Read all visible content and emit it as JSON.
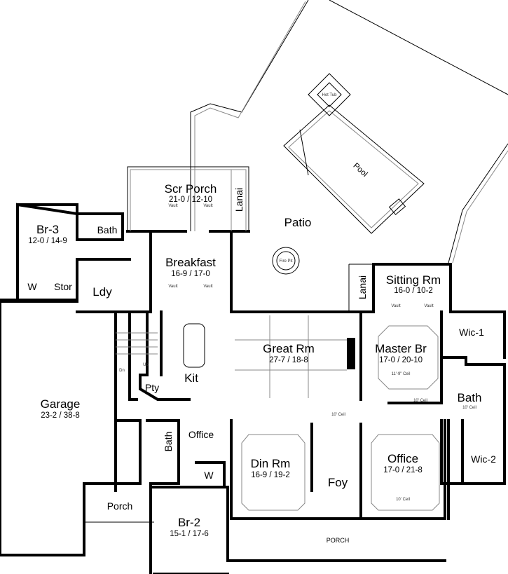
{
  "plan": {
    "rooms": {
      "br3": {
        "name": "Br-3",
        "dims": "12-0 / 14-9"
      },
      "bath_br3": {
        "name": "Bath"
      },
      "w_br3": {
        "name": "W"
      },
      "stor": {
        "name": "Stor"
      },
      "lady": {
        "name": "Ldy"
      },
      "scr_porch": {
        "name": "Scr Porch",
        "dims": "21-0 / 12-10"
      },
      "lanai_left": {
        "name": "Lanai"
      },
      "breakfast": {
        "name": "Breakfast",
        "dims": "16-9 / 17-0"
      },
      "patio": {
        "name": "Patio"
      },
      "pool": {
        "name": "Pool"
      },
      "hot_tub": {
        "name": "Hot Tub"
      },
      "fire_pit": {
        "name": "Fire Pit"
      },
      "lanai_right": {
        "name": "Lanai"
      },
      "sitting_rm": {
        "name": "Sitting Rm",
        "dims": "16-0 / 10-2"
      },
      "garage": {
        "name": "Garage",
        "dims": "23-2 / 38-8"
      },
      "kit": {
        "name": "Kit"
      },
      "pty": {
        "name": "Pty"
      },
      "great_rm": {
        "name": "Great Rm",
        "dims": "27-7 / 18-8"
      },
      "master_br": {
        "name": "Master Br",
        "dims": "17-0 / 20-10",
        "ceil": "11'-9\" Ceil",
        "ceil2": "10' Ceil"
      },
      "wic1": {
        "name": "Wic-1"
      },
      "master_bath": {
        "name": "Bath",
        "ceil": "10' Ceil"
      },
      "wic2": {
        "name": "Wic-2"
      },
      "office_small": {
        "name": "Office"
      },
      "bath_br2": {
        "name": "Bath"
      },
      "w_br2": {
        "name": "W"
      },
      "din_rm": {
        "name": "Din Rm",
        "dims": "16-9 / 19-2"
      },
      "foy": {
        "name": "Foy"
      },
      "office": {
        "name": "Office",
        "dims": "17-0 / 21-8",
        "ceil": "10' Ceil"
      },
      "hall_ceil": {
        "ceil": "10' Ceil"
      },
      "porch_left": {
        "name": "Porch"
      },
      "br2": {
        "name": "Br-2",
        "dims": "15-1 / 17-6"
      },
      "porch_front": {
        "name": "PORCH"
      }
    },
    "notes": {
      "vault": "Vault",
      "up": "Up",
      "dn": "Dn"
    }
  }
}
